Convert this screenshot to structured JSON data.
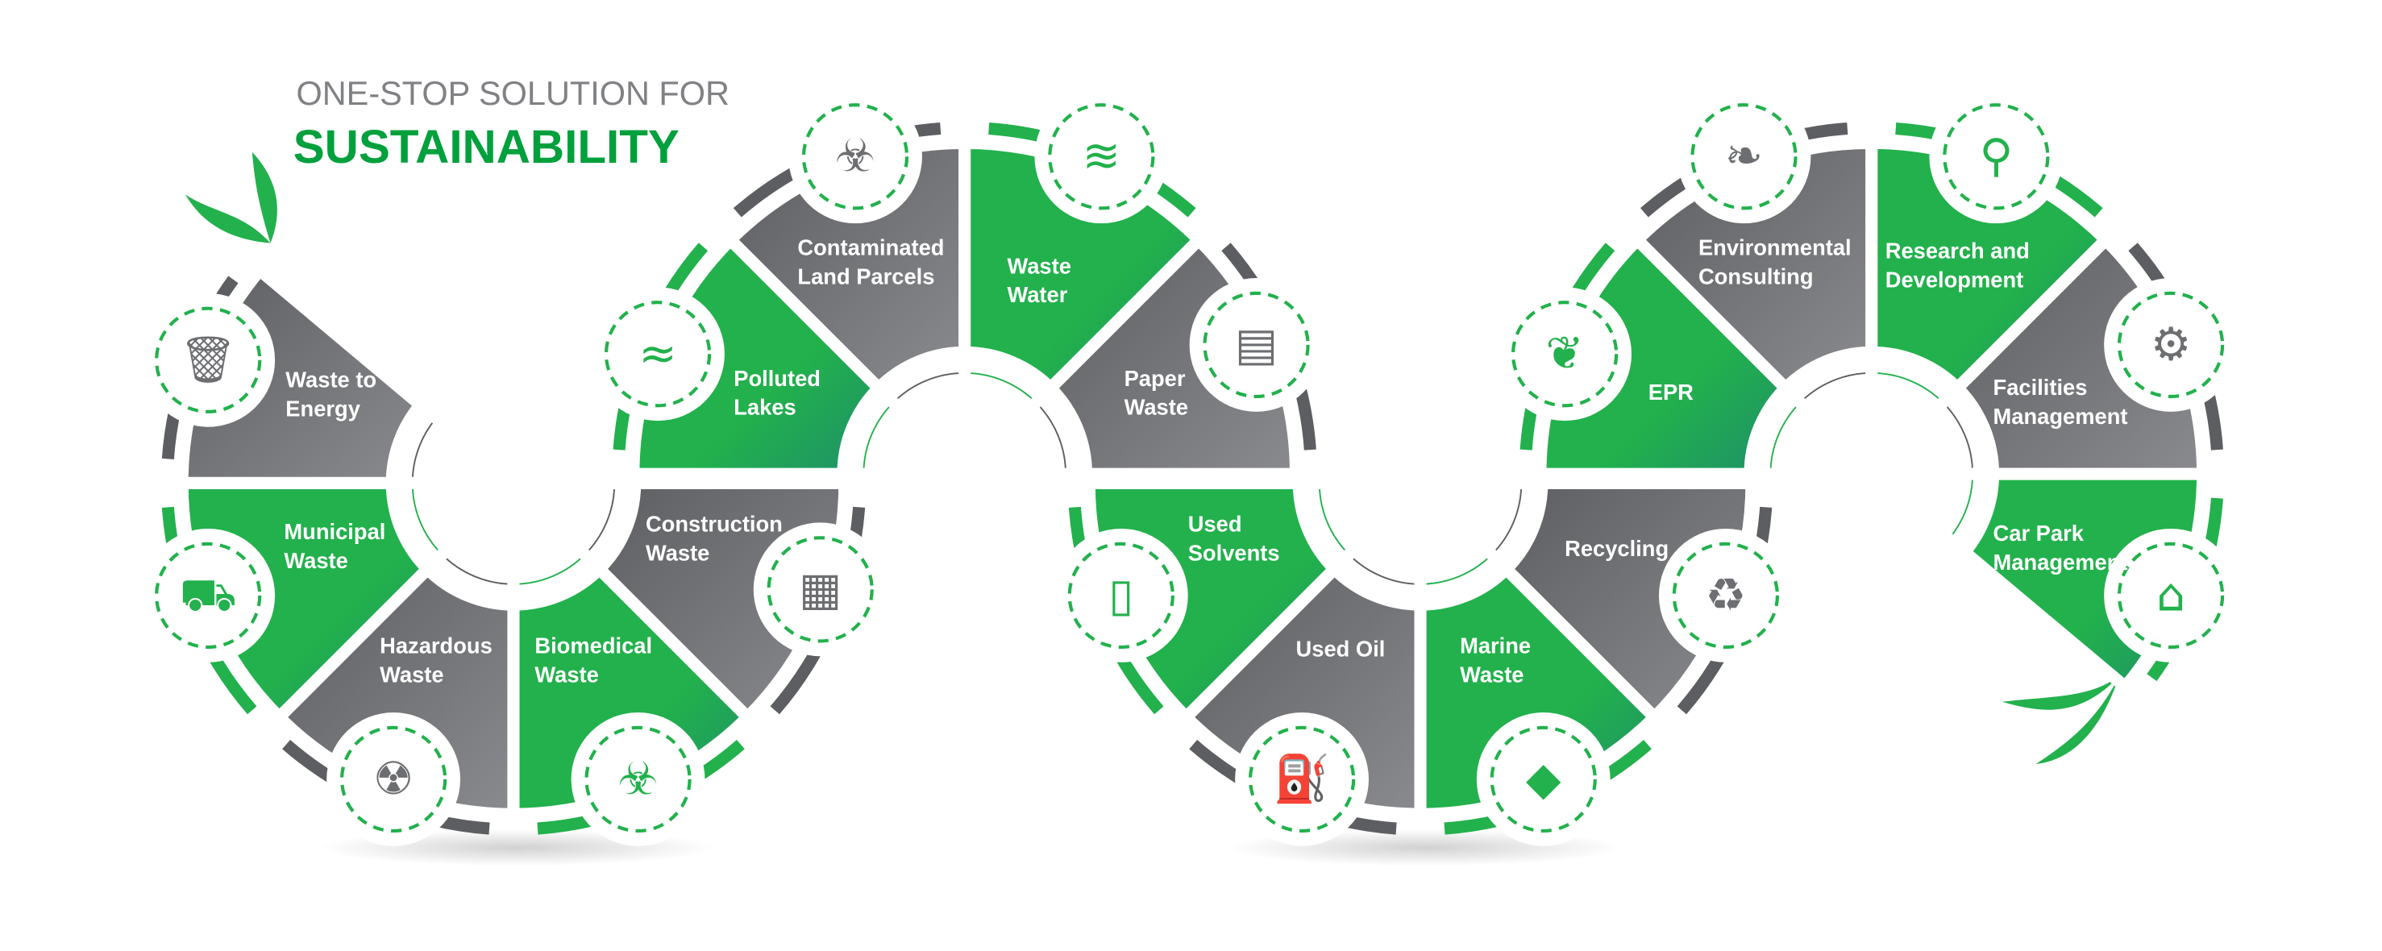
{
  "title": {
    "line1": "ONE-STOP SOLUTION FOR",
    "line2": "SUSTAINABILITY"
  },
  "colors": {
    "gray_dark": "#5d5e61",
    "gray_light": "#8a8b8e",
    "green": "#22b14c",
    "green_dark": "#1e8f6a",
    "title_gray": "#808184",
    "title_green": "#00a03c"
  },
  "segments": [
    {
      "lines": [
        "Waste to",
        "Energy"
      ],
      "color": "gray",
      "icon": "waste-to-energy-icon"
    },
    {
      "lines": [
        "Municipal",
        "Waste"
      ],
      "color": "green",
      "icon": "garbage-truck-icon"
    },
    {
      "lines": [
        "Hazardous",
        "Waste"
      ],
      "color": "gray",
      "icon": "hazard-barrel-icon"
    },
    {
      "lines": [
        "Biomedical",
        "Waste"
      ],
      "color": "green",
      "icon": "biohazard-icon"
    },
    {
      "lines": [
        "Construction",
        "Waste"
      ],
      "color": "gray",
      "icon": "building-rubble-icon"
    },
    {
      "lines": [
        "Polluted",
        "Lakes"
      ],
      "color": "green",
      "icon": "polluted-water-bottle-icon"
    },
    {
      "lines": [
        "Contaminated",
        "Land Parcels"
      ],
      "color": "gray",
      "icon": "contaminated-land-icon"
    },
    {
      "lines": [
        "Waste",
        "Water"
      ],
      "color": "green",
      "icon": "waste-water-pipe-icon"
    },
    {
      "lines": [
        "Paper",
        "Waste"
      ],
      "color": "gray",
      "icon": "paper-stack-icon"
    },
    {
      "lines": [
        "Used",
        "Solvents"
      ],
      "color": "green",
      "icon": "solvent-bottle-icon"
    },
    {
      "lines": [
        "Used Oil"
      ],
      "color": "gray",
      "icon": "oil-can-icon"
    },
    {
      "lines": [
        "Marine",
        "Waste"
      ],
      "color": "green",
      "icon": "fish-icon"
    },
    {
      "lines": [
        "Recycling"
      ],
      "color": "gray",
      "icon": "recycle-bin-icon"
    },
    {
      "lines": [
        "EPR"
      ],
      "color": "green",
      "icon": "leaves-hand-icon"
    },
    {
      "lines": [
        "Environmental",
        "Consulting"
      ],
      "color": "gray",
      "icon": "speech-leaf-icon"
    },
    {
      "lines": [
        "Research and",
        "Development"
      ],
      "color": "green",
      "icon": "microscope-icon"
    },
    {
      "lines": [
        "Facilities",
        "Management"
      ],
      "color": "gray",
      "icon": "gear-icon"
    },
    {
      "lines": [
        "Car Park",
        "Management"
      ],
      "color": "green",
      "icon": "car-garage-icon"
    }
  ]
}
